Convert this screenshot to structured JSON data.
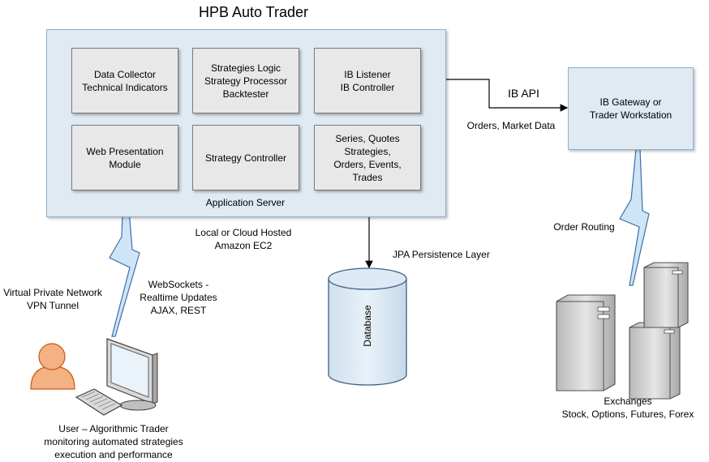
{
  "title": "HPB Auto Trader",
  "app_server": {
    "label": "Application Server",
    "modules": [
      "Data Collector\nTechnical Indicators",
      "Strategies Logic\nStrategy Processor\nBacktester",
      "IB Listener\nIB Controller",
      "Web Presentation\nModule",
      "Strategy Controller",
      "Series, Quotes\nStrategies,\nOrders, Events,\nTrades"
    ]
  },
  "hosting_label": "Local or Cloud Hosted\nAmazon EC2",
  "gateway_label": "IB Gateway or\nTrader Workstation",
  "ib_api_label": "IB API",
  "orders_market_data_label": "Orders, Market Data",
  "order_routing_label": "Order Routing",
  "persistence_label": "JPA Persistence Layer",
  "database_label": "Database",
  "vpn_label": "Virtual Private Network\nVPN Tunnel",
  "websockets_label": "WebSockets -\nRealtime Updates\nAJAX, REST",
  "user_label": "User – Algorithmic Trader\nmonitoring automated strategies\nexecution and performance",
  "exchanges_label": "Exchanges\nStock, Options, Futures, Forex"
}
